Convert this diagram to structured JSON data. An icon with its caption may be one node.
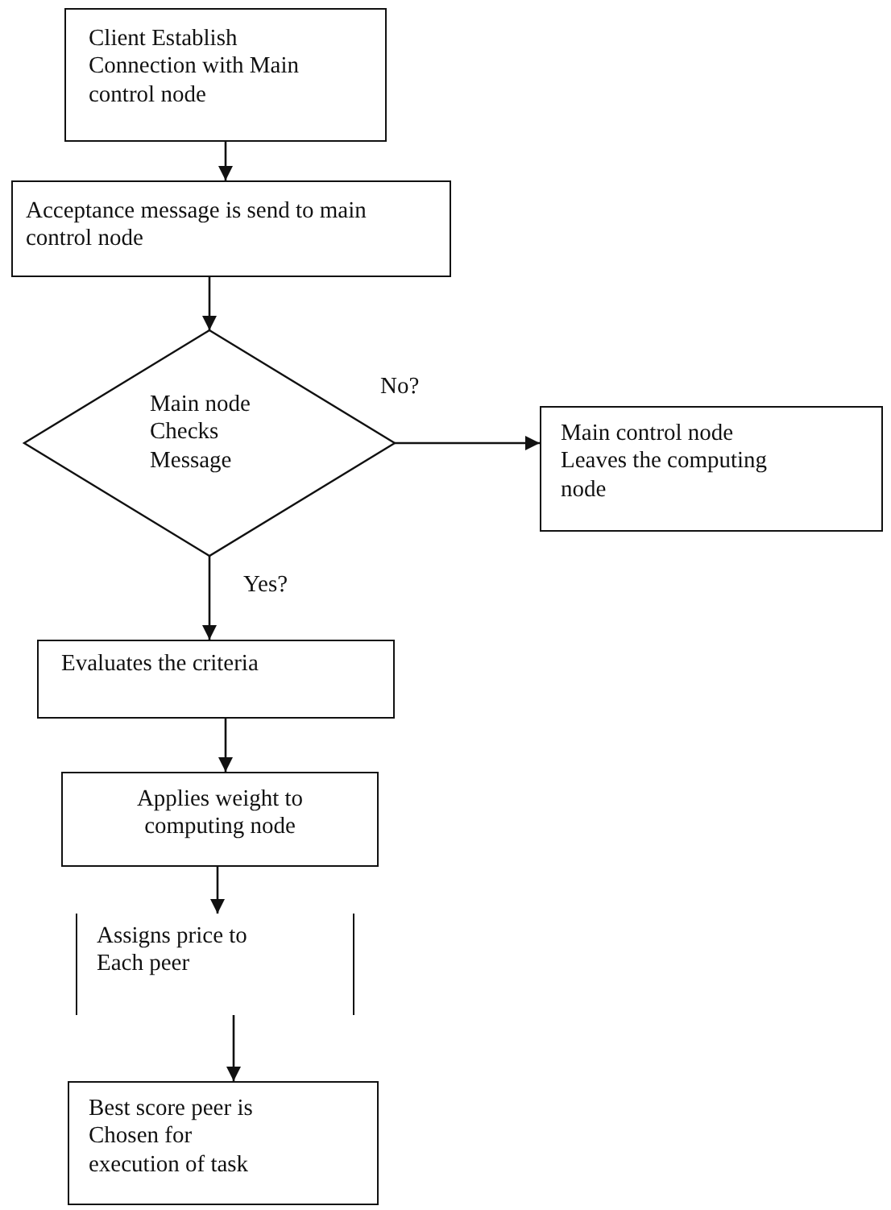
{
  "diagram": {
    "nodes": [
      {
        "text": [
          "Client Establish Connection with Main control node"
        ]
      },
      {
        "text": [
          "Acceptance message  is send to main control node"
        ]
      },
      {
        "text": [
          "Main node Checks Message"
        ]
      },
      {
        "text": [
          "Main control node Leaves the computing node"
        ]
      },
      {
        "text": [
          "Evaluates the criteria"
        ]
      },
      {
        "text": [
          "Applies weight to computing node"
        ]
      },
      {
        "text": [
          "Assigns price to Each peer"
        ]
      },
      {
        "text": [
          "Best score peer is Chosen for execution of task"
        ]
      }
    ],
    "edges": [
      {
        "from": 0,
        "to": 1,
        "arrow": "to"
      },
      {
        "from": 1,
        "to": 2,
        "arrow": "to"
      },
      {
        "from": 2,
        "to": 3,
        "arrow": "to",
        "label": "No?"
      },
      {
        "from": 2,
        "to": 4,
        "arrow": "to",
        "label": "Yes?"
      },
      {
        "from": 4,
        "to": 5,
        "arrow": "to"
      },
      {
        "from": 5,
        "to": 6,
        "arrow": "to"
      },
      {
        "from": 6,
        "to": 7,
        "arrow": "to"
      }
    ]
  }
}
